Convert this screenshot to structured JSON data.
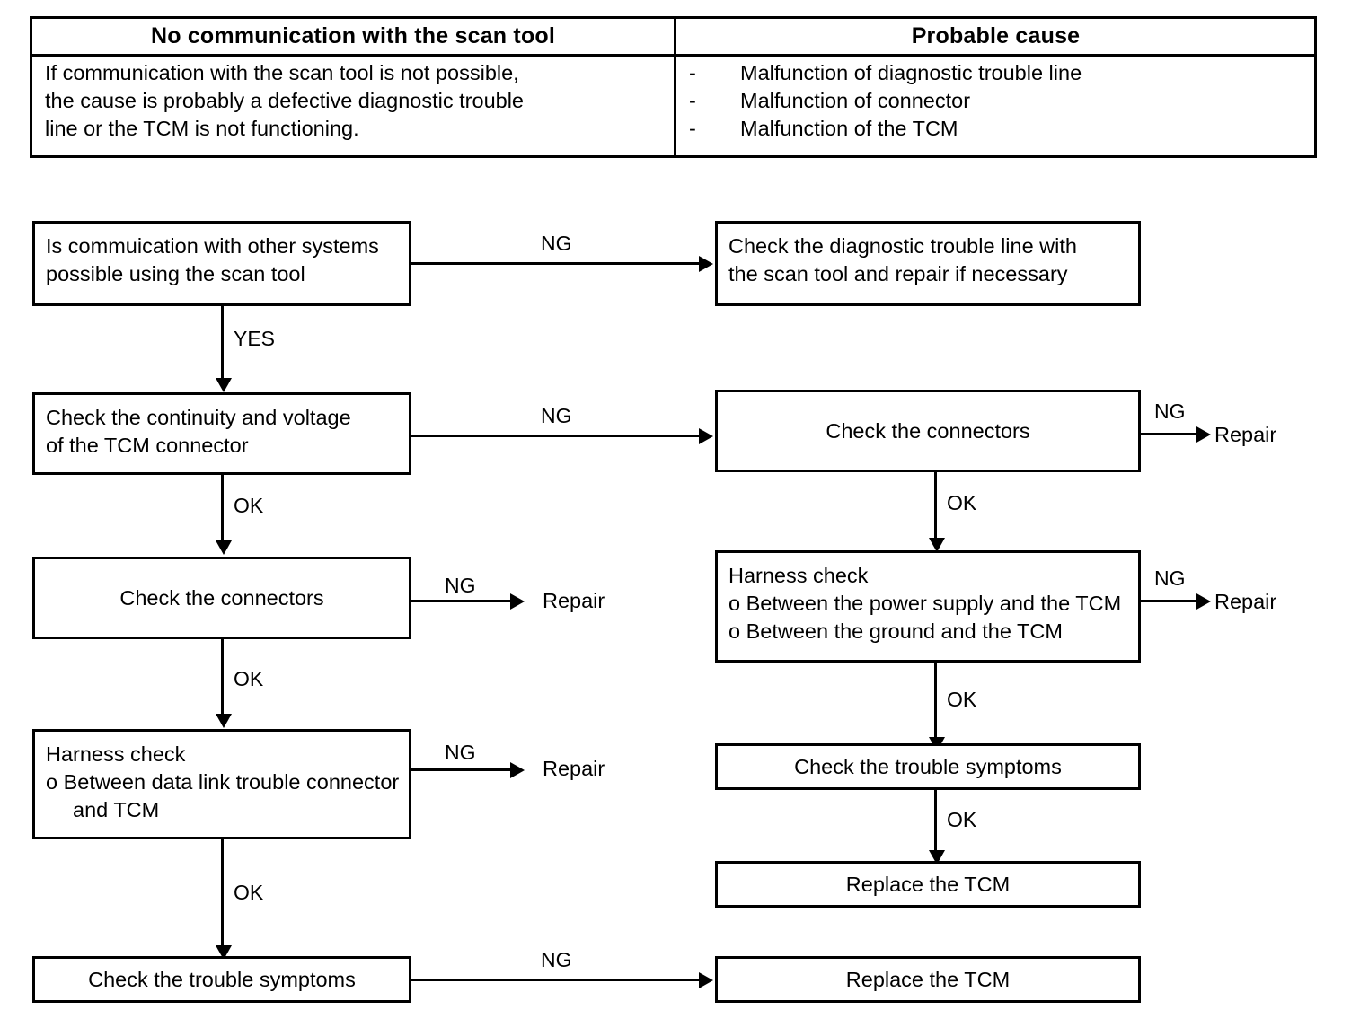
{
  "table": {
    "headers": [
      "No communication with the scan tool",
      "Probable cause"
    ],
    "description_lines": [
      "If communication with the scan tool is not possible,",
      "the cause is probably a defective diagnostic trouble",
      "line or the TCM is not functioning."
    ],
    "cause_bullet": "-",
    "causes": [
      "Malfunction of diagnostic trouble line",
      "Malfunction of connector",
      "Malfunction of the TCM"
    ]
  },
  "flow": {
    "boxes": {
      "start_check_line1": "Is commuication with other systems",
      "start_check_line2": "possible using the scan tool",
      "check_diagnostic_line1": "Check the diagnostic trouble line with",
      "check_diagnostic_line2": "the scan tool and repair if necessary",
      "tcm_connector_line1": "Check the continuity and voltage",
      "tcm_connector_line2": "of the TCM connector",
      "check_connectors_right": "Check the connectors",
      "check_connectors_left": "Check the connectors",
      "harness_right_title": "Harness check",
      "harness_right_item1": "o Between the power supply and the TCM",
      "harness_right_item2": "o Between the ground and the TCM",
      "harness_left_title": "Harness check",
      "harness_left_item1": "o Between data link trouble connector",
      "harness_left_item2": "and TCM",
      "trouble_symptoms_right": "Check the trouble symptoms",
      "replace_tcm_right": "Replace the TCM",
      "trouble_symptoms_left": "Check the trouble symptoms",
      "replace_tcm_bottom": "Replace the TCM"
    },
    "edge_labels": {
      "ng1": "NG",
      "yes1": "YES",
      "ng2": "NG",
      "ng_conn_right": "NG",
      "ok_left_1": "OK",
      "ok_right_1": "OK",
      "ng_conn_left": "NG",
      "ng_harness_right": "NG",
      "ok_left_2": "OK",
      "ok_right_2": "OK",
      "ng_harness_left": "NG",
      "ok_right_3": "OK",
      "ok_left_3": "OK",
      "ng_bottom": "NG"
    },
    "terminals": {
      "repair_right_1": "Repair",
      "repair_left_1": "Repair",
      "repair_right_2": "Repair",
      "repair_left_2": "Repair"
    }
  }
}
